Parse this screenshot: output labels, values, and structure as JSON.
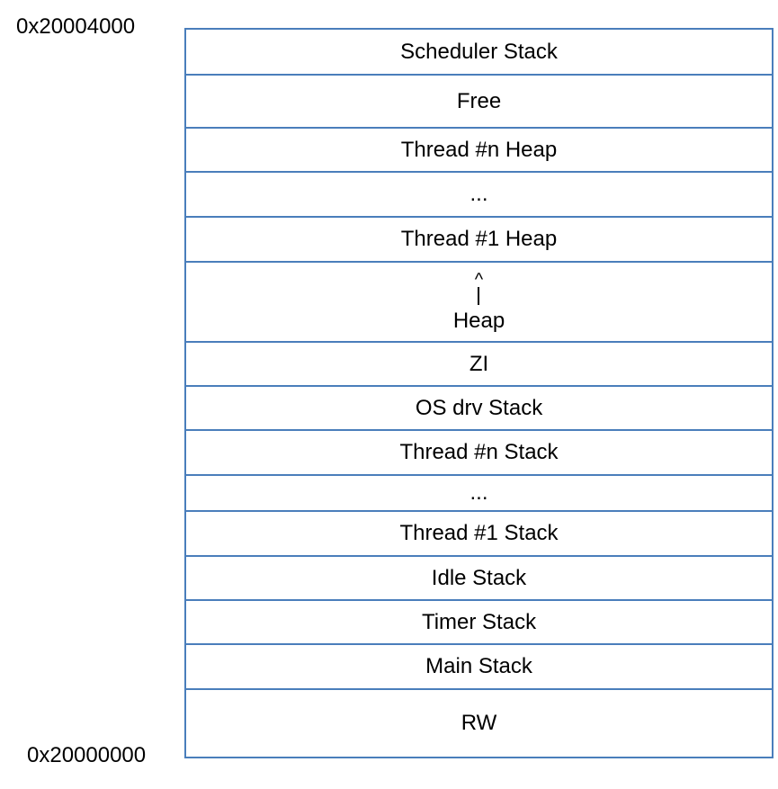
{
  "diagram": {
    "top_address": "0x20004000",
    "bottom_address": "0x20000000",
    "regions": [
      {
        "label": "Scheduler Stack"
      },
      {
        "label": "Free"
      },
      {
        "label": "Thread #n Heap"
      },
      {
        "label": "..."
      },
      {
        "label": "Thread #1 Heap"
      },
      {
        "label": "Heap",
        "arrow": "^"
      },
      {
        "label": "ZI"
      },
      {
        "label": "OS drv Stack"
      },
      {
        "label": "Thread #n Stack"
      },
      {
        "label": "..."
      },
      {
        "label": "Thread #1 Stack"
      },
      {
        "label": "Idle Stack"
      },
      {
        "label": "Timer Stack"
      },
      {
        "label": "Main Stack"
      },
      {
        "label": "RW"
      }
    ],
    "colors": {
      "border": "#4a7ebb",
      "text": "#000000",
      "background": "#ffffff"
    }
  }
}
